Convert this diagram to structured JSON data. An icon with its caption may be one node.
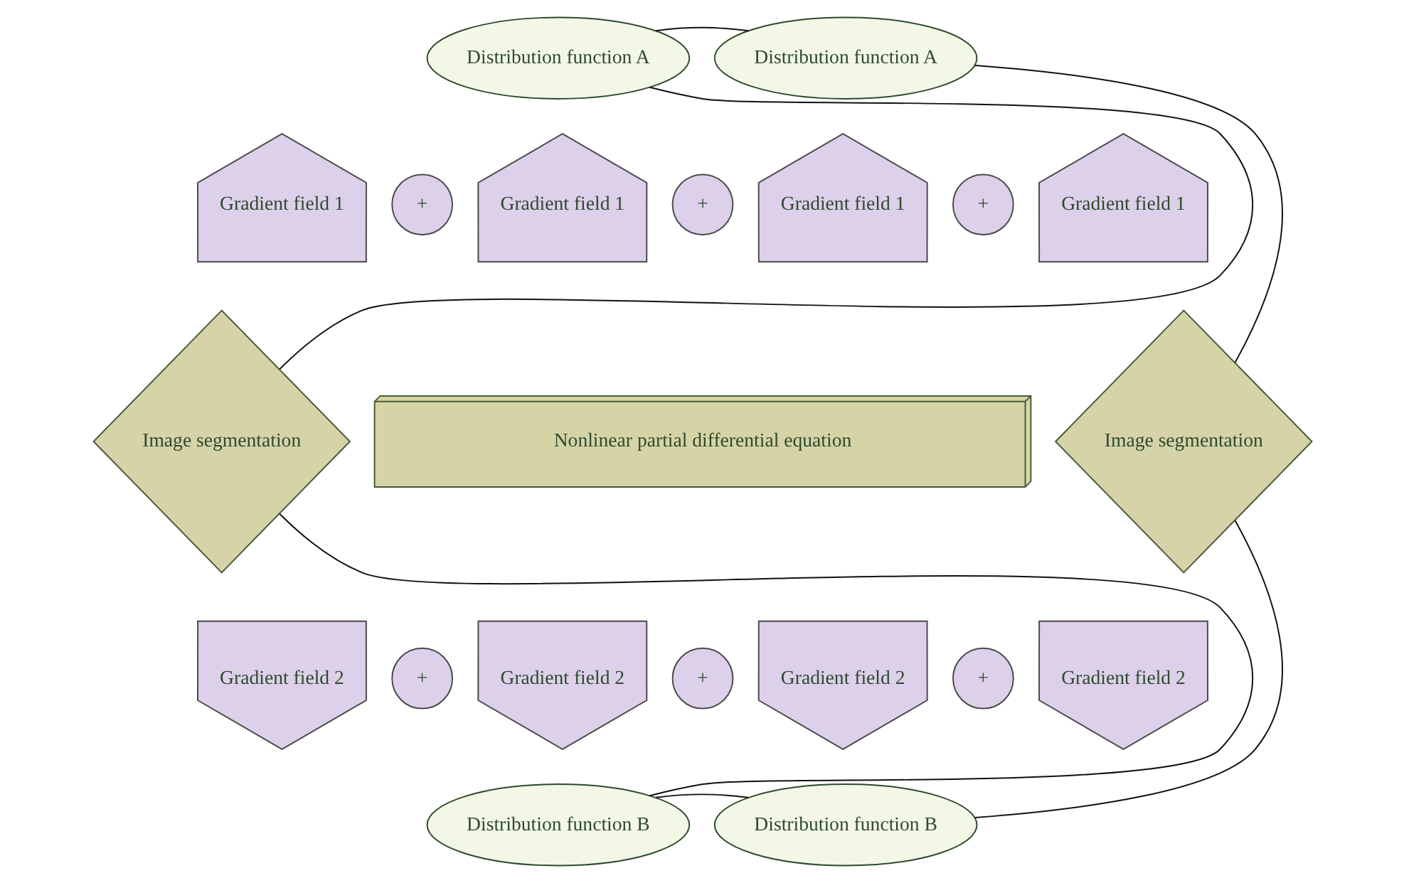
{
  "diagram": {
    "nodes": [
      {
        "text": [
          "Distribution function A"
        ]
      },
      {
        "text": [
          "Distribution function A"
        ]
      },
      {
        "text": [
          "Gradient field 1"
        ]
      },
      {
        "text": [
          "+"
        ]
      },
      {
        "text": [
          "Gradient field 1"
        ]
      },
      {
        "text": [
          "+"
        ]
      },
      {
        "text": [
          "Gradient field 1"
        ]
      },
      {
        "text": [
          "+"
        ]
      },
      {
        "text": [
          "Gradient field 1"
        ]
      },
      {
        "text": [
          "Image segmentation"
        ]
      },
      {
        "text": [
          "Nonlinear partial differential equation"
        ]
      },
      {
        "text": [
          "Image segmentation"
        ]
      },
      {
        "text": [
          "Gradient field 2"
        ]
      },
      {
        "text": [
          "+"
        ]
      },
      {
        "text": [
          "Gradient field 2"
        ]
      },
      {
        "text": [
          "+"
        ]
      },
      {
        "text": [
          "Gradient field 2"
        ]
      },
      {
        "text": [
          "+"
        ]
      },
      {
        "text": [
          "Gradient field 2"
        ]
      },
      {
        "text": [
          "Distribution function B"
        ]
      },
      {
        "text": [
          "Distribution function B"
        ]
      }
    ],
    "edges": [
      {
        "from": 0,
        "to": 1,
        "arrow": "none"
      },
      {
        "from": 0,
        "to": 9,
        "arrow": "none"
      },
      {
        "from": 1,
        "to": 11,
        "arrow": "none"
      },
      {
        "from": 9,
        "to": 19,
        "arrow": "none"
      },
      {
        "from": 11,
        "to": 20,
        "arrow": "none"
      },
      {
        "from": 19,
        "to": 20,
        "arrow": "none"
      }
    ]
  }
}
